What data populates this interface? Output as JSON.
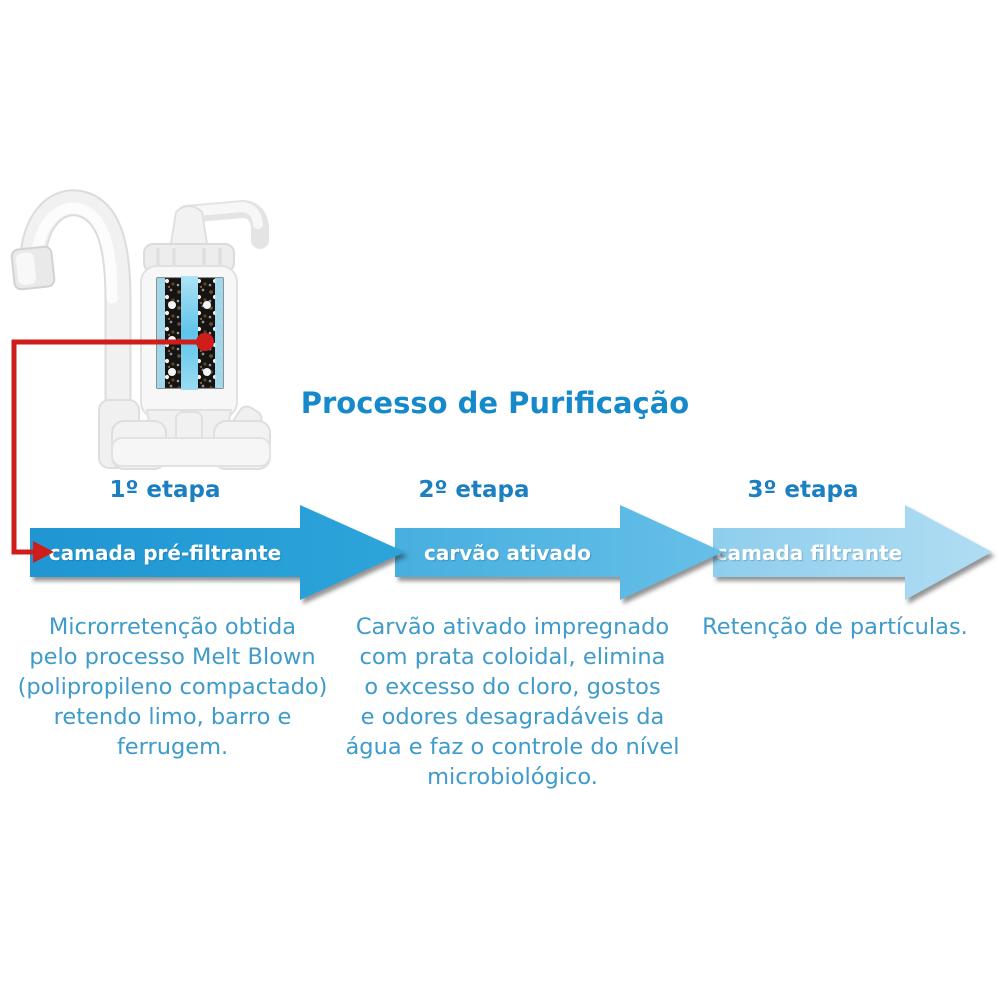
{
  "title": "Processo de Purificação",
  "device_icon": "faucet-with-filter-cutaway",
  "colors": {
    "title_blue": "#1689ca",
    "stage_label_blue": "#1b7fc0",
    "body_text_blue": "#3e9bca",
    "arrow1_blue": "#219bd5",
    "arrow2_blue": "#55b7e3",
    "arrow3_blue": "#a2d7f0",
    "arrow_label_white": "#ffffff",
    "connector_red": "#cf1d1b"
  },
  "stages": [
    {
      "step_label": "1º etapa",
      "arrow_label": "camada pré-filtrante",
      "description": "Microrretenção obtida\npelo processo Melt Blown\n(polipropileno compactado)\nretendo limo, barro e ferrugem."
    },
    {
      "step_label": "2º etapa",
      "arrow_label": "carvão ativado",
      "description": "Carvão ativado impregnado\ncom prata coloidal, elimina\no excesso do cloro, gostos\ne odores desagradáveis da\nágua e faz o controle do nível\nmicrobiológico."
    },
    {
      "step_label": "3º etapa",
      "arrow_label": "camada filtrante",
      "description": "Retenção de partículas."
    }
  ]
}
